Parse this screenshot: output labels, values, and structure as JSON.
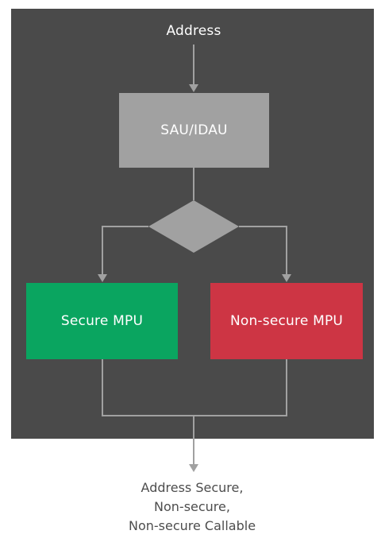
{
  "diagram": {
    "input_label": "Address",
    "sau_label": "SAU/IDAU",
    "secure_mpu_label": "Secure MPU",
    "nonsecure_mpu_label": "Non-secure MPU",
    "output_lines": [
      "Address Secure,",
      "Non-secure,",
      "Non-secure Callable"
    ]
  },
  "colors": {
    "panel": "#4a4a4a",
    "sau_box": "#a1a1a1",
    "decision": "#a1a1a1",
    "secure_mpu": "#0aa560",
    "nonsecure_mpu": "#cd3544",
    "connector": "#a1a1a1"
  }
}
